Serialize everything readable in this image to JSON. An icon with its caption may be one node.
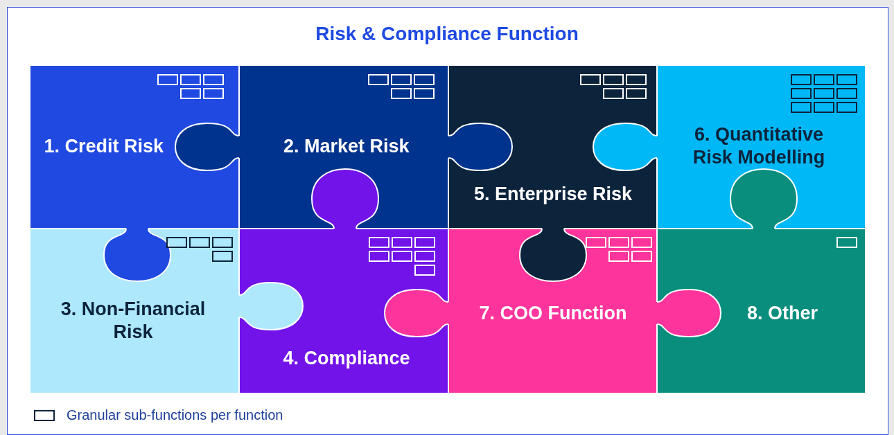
{
  "diagram": {
    "title": "Risk & Compliance Function",
    "nodes": [
      {
        "text": [
          "1. Credit Risk"
        ]
      },
      {
        "text": [
          "2. Market Risk"
        ]
      },
      {
        "text": [
          "5. Enterprise Risk"
        ]
      },
      {
        "text": [
          "6. Quantitative Risk Modelling"
        ]
      },
      {
        "text": [
          "3. Non-Financial Risk"
        ]
      },
      {
        "text": [
          "4. Compliance"
        ]
      },
      {
        "text": [
          "7. COO Function"
        ]
      },
      {
        "text": [
          "8. Other"
        ]
      }
    ],
    "legend": [
      {
        "text": "Granular sub-functions per function"
      }
    ]
  }
}
